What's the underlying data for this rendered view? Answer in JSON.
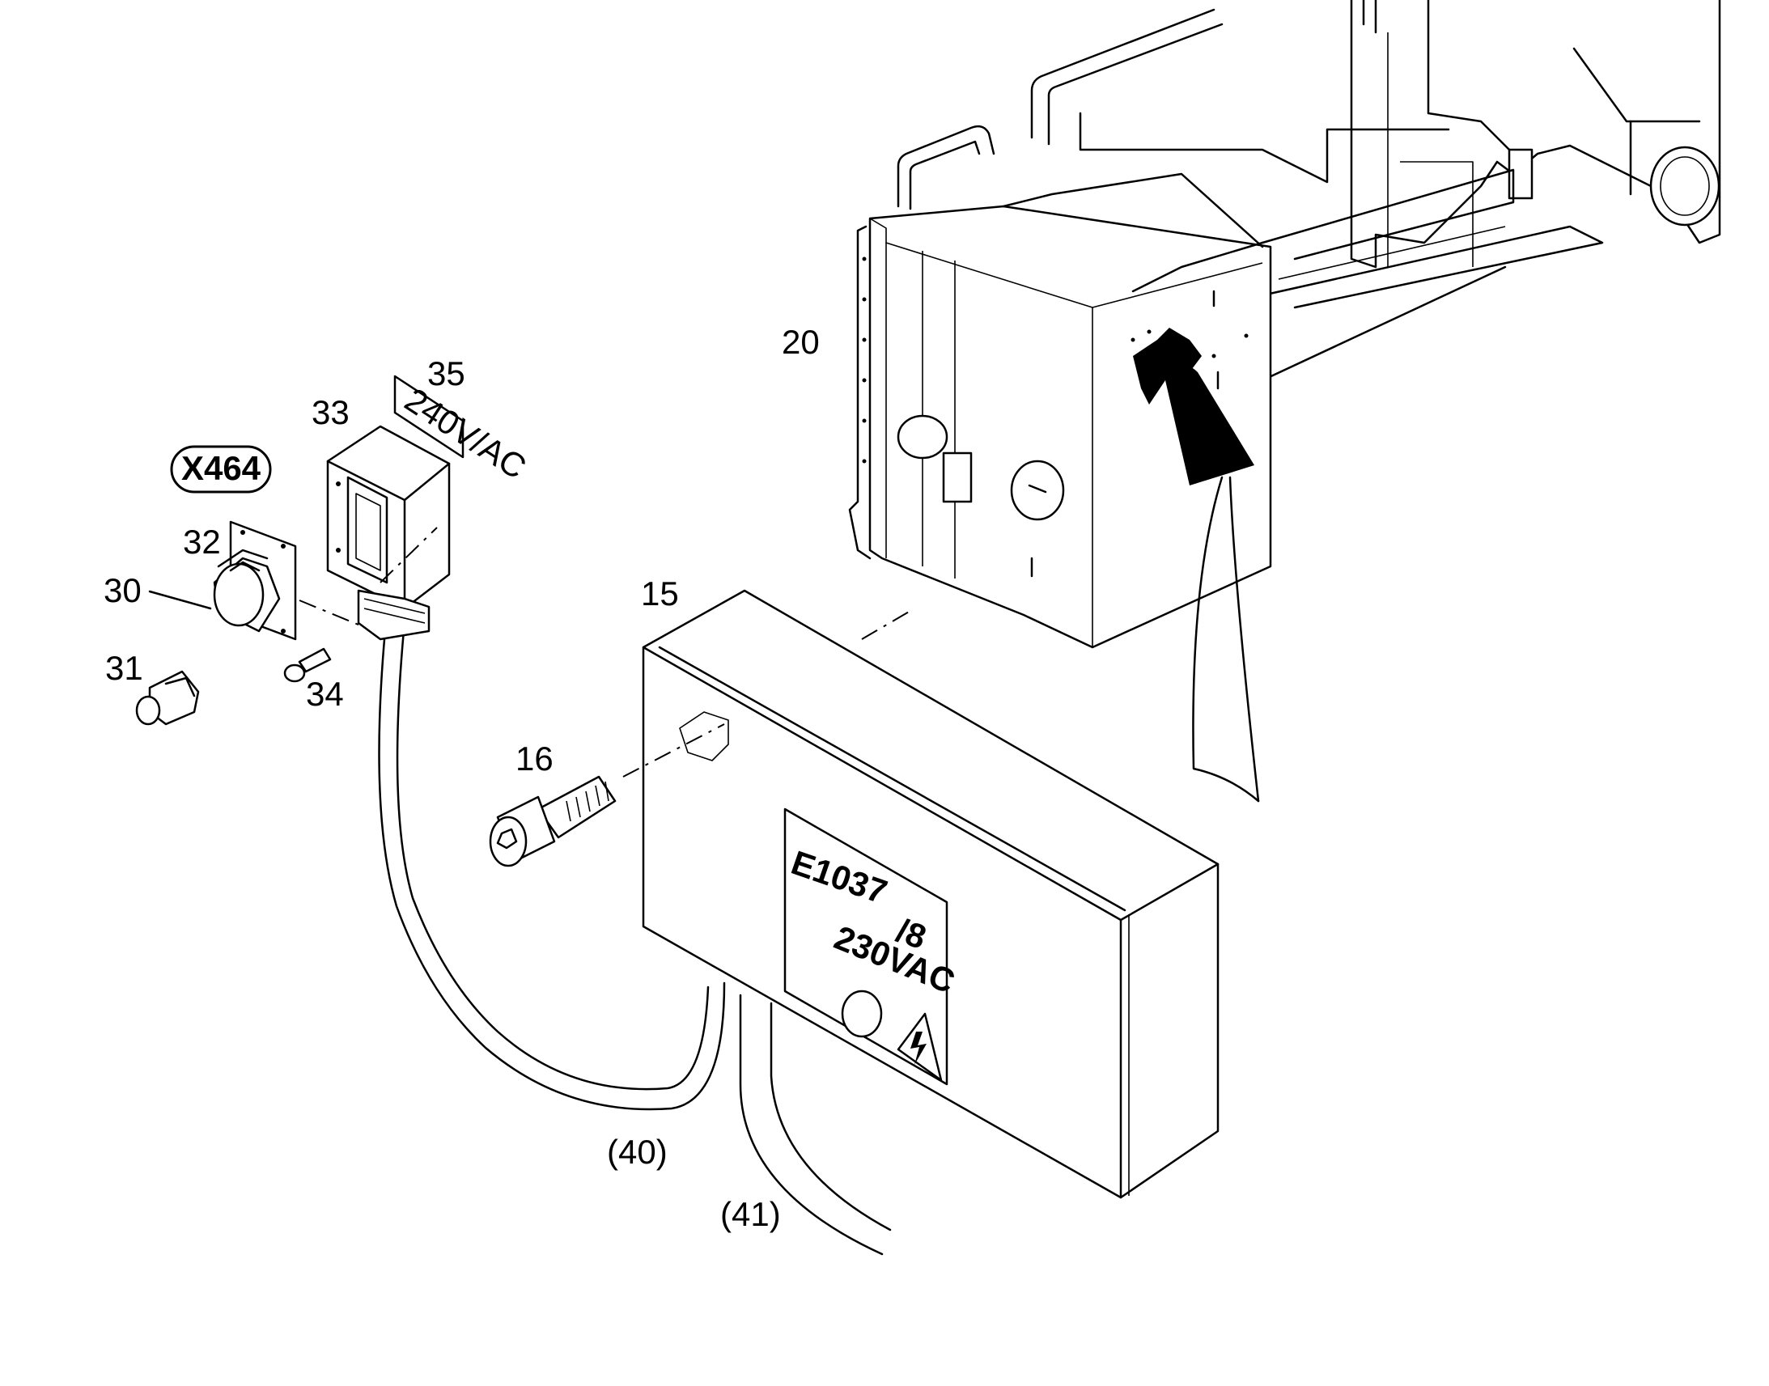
{
  "callouts": {
    "c15": "15",
    "c16": "16",
    "c20": "20",
    "c30": "30",
    "c31": "31",
    "c32": "32",
    "c33": "33",
    "c34": "34",
    "c35": "35",
    "c40": "(40)",
    "c41": "(41)"
  },
  "connector_tag": "X464",
  "box_label": {
    "code": "E1037",
    "suffix": "/8",
    "voltage": "230VAC"
  },
  "plate_label": "240V/AC"
}
